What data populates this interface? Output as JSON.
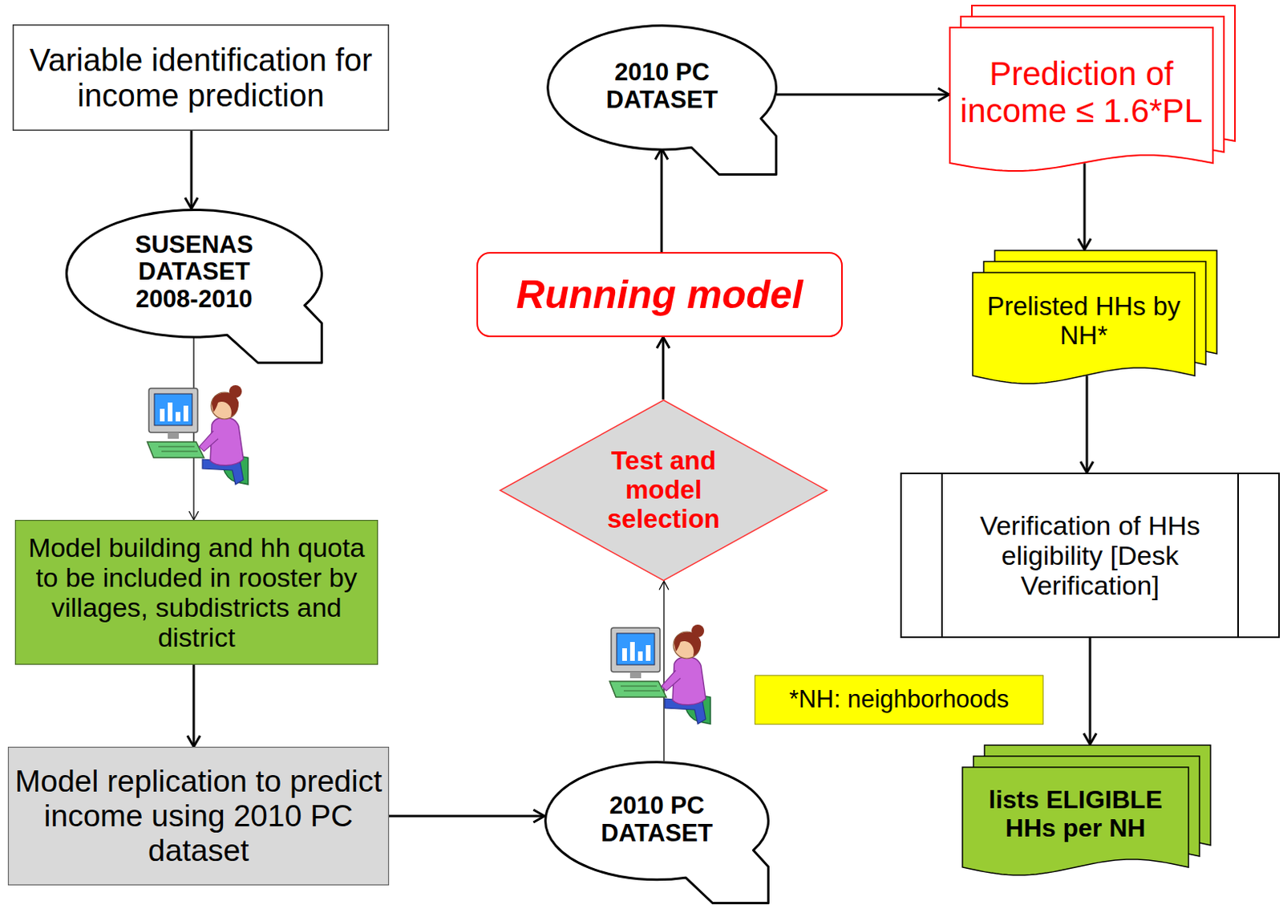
{
  "diagram": {
    "nodes": [
      {
        "text": [
          "Variable identification for income prediction"
        ]
      },
      {
        "text": [
          "SUSENAS DATASET 2008-2010"
        ]
      },
      {
        "text": [
          "Model building and hh quota to be included in rooster by villages, subdistricts and district"
        ]
      },
      {
        "text": [
          "Model replication to predict income using 2010 PC dataset"
        ]
      },
      {
        "text": [
          "2010 PC DATASET"
        ]
      },
      {
        "text": [
          "Test and model selection"
        ]
      },
      {
        "text": [
          "Running model"
        ]
      },
      {
        "text": [
          "2010 PC DATASET"
        ]
      },
      {
        "text": [
          "Prediction of income ≤ 1.6*PL"
        ]
      },
      {
        "text": [
          "Prelisted HHs by NH*"
        ]
      },
      {
        "text": [
          "Verification of HHs eligibility [Desk Verification]"
        ]
      },
      {
        "text": [
          "lists ELIGIBLE HHs per NH"
        ]
      },
      {
        "text": [
          "*NH: neighborhoods"
        ]
      }
    ],
    "edges": [
      {
        "from": 0,
        "to": 1,
        "arrow": "to"
      },
      {
        "from": 1,
        "to": 2,
        "arrow": "to"
      },
      {
        "from": 2,
        "to": 3,
        "arrow": "to"
      },
      {
        "from": 3,
        "to": 4,
        "arrow": "to"
      },
      {
        "from": 4,
        "to": 5,
        "arrow": "to"
      },
      {
        "from": 5,
        "to": 6,
        "arrow": "to"
      },
      {
        "from": 6,
        "to": 7,
        "arrow": "to"
      },
      {
        "from": 7,
        "to": 8,
        "arrow": "to"
      },
      {
        "from": 8,
        "to": 9,
        "arrow": "to"
      },
      {
        "from": 9,
        "to": 10,
        "arrow": "to"
      },
      {
        "from": 10,
        "to": 11,
        "arrow": "to"
      }
    ]
  }
}
